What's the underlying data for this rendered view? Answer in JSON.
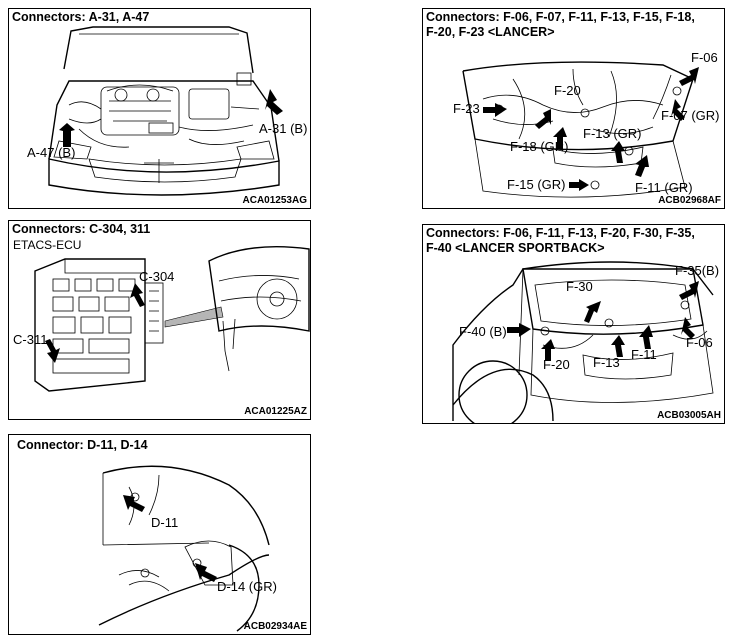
{
  "panels": {
    "a": {
      "title": "Connectors: A-31, A-47",
      "labels": {
        "a31": "A-31 (B)",
        "a47": "A-47 (B)"
      },
      "code": "ACA01253AG"
    },
    "f_lancer": {
      "title_line1": "Connectors: F-06, F-07, F-11, F-13, F-15, F-18,",
      "title_line2": "F-20, F-23 <LANCER>",
      "labels": {
        "f06": "F-06",
        "f23": "F-23",
        "f20": "F-20",
        "f07": "F-07 (GR)",
        "f13": "F-13 (GR)",
        "f18": "F-18 (GR)",
        "f15": "F-15 (GR)",
        "f11": "F-11 (GR)"
      },
      "code": "ACB02968AF"
    },
    "c": {
      "title": "Connectors: C-304, 311",
      "subtitle": "ETACS-ECU",
      "labels": {
        "c304": "C-304",
        "c311": "C-311"
      },
      "code": "ACA01225AZ"
    },
    "f_sport": {
      "title_line1": "Connectors: F-06, F-11, F-13, F-20, F-30, F-35,",
      "title_line2": "F-40 <LANCER SPORTBACK>",
      "labels": {
        "f35": "F-35(B)",
        "f30": "F-30",
        "f40": "F-40 (B)",
        "f06": "F-06",
        "f11": "F-11",
        "f13": "F-13",
        "f20": "F-20"
      },
      "code": "ACB03005AH"
    },
    "d": {
      "title": "Connector: D-11, D-14",
      "labels": {
        "d11": "D-11",
        "d14": "D-14 (GR)"
      },
      "code": "ACB02934AE"
    }
  },
  "icons": {
    "pointer_arrow": "black-arrow-icon"
  }
}
